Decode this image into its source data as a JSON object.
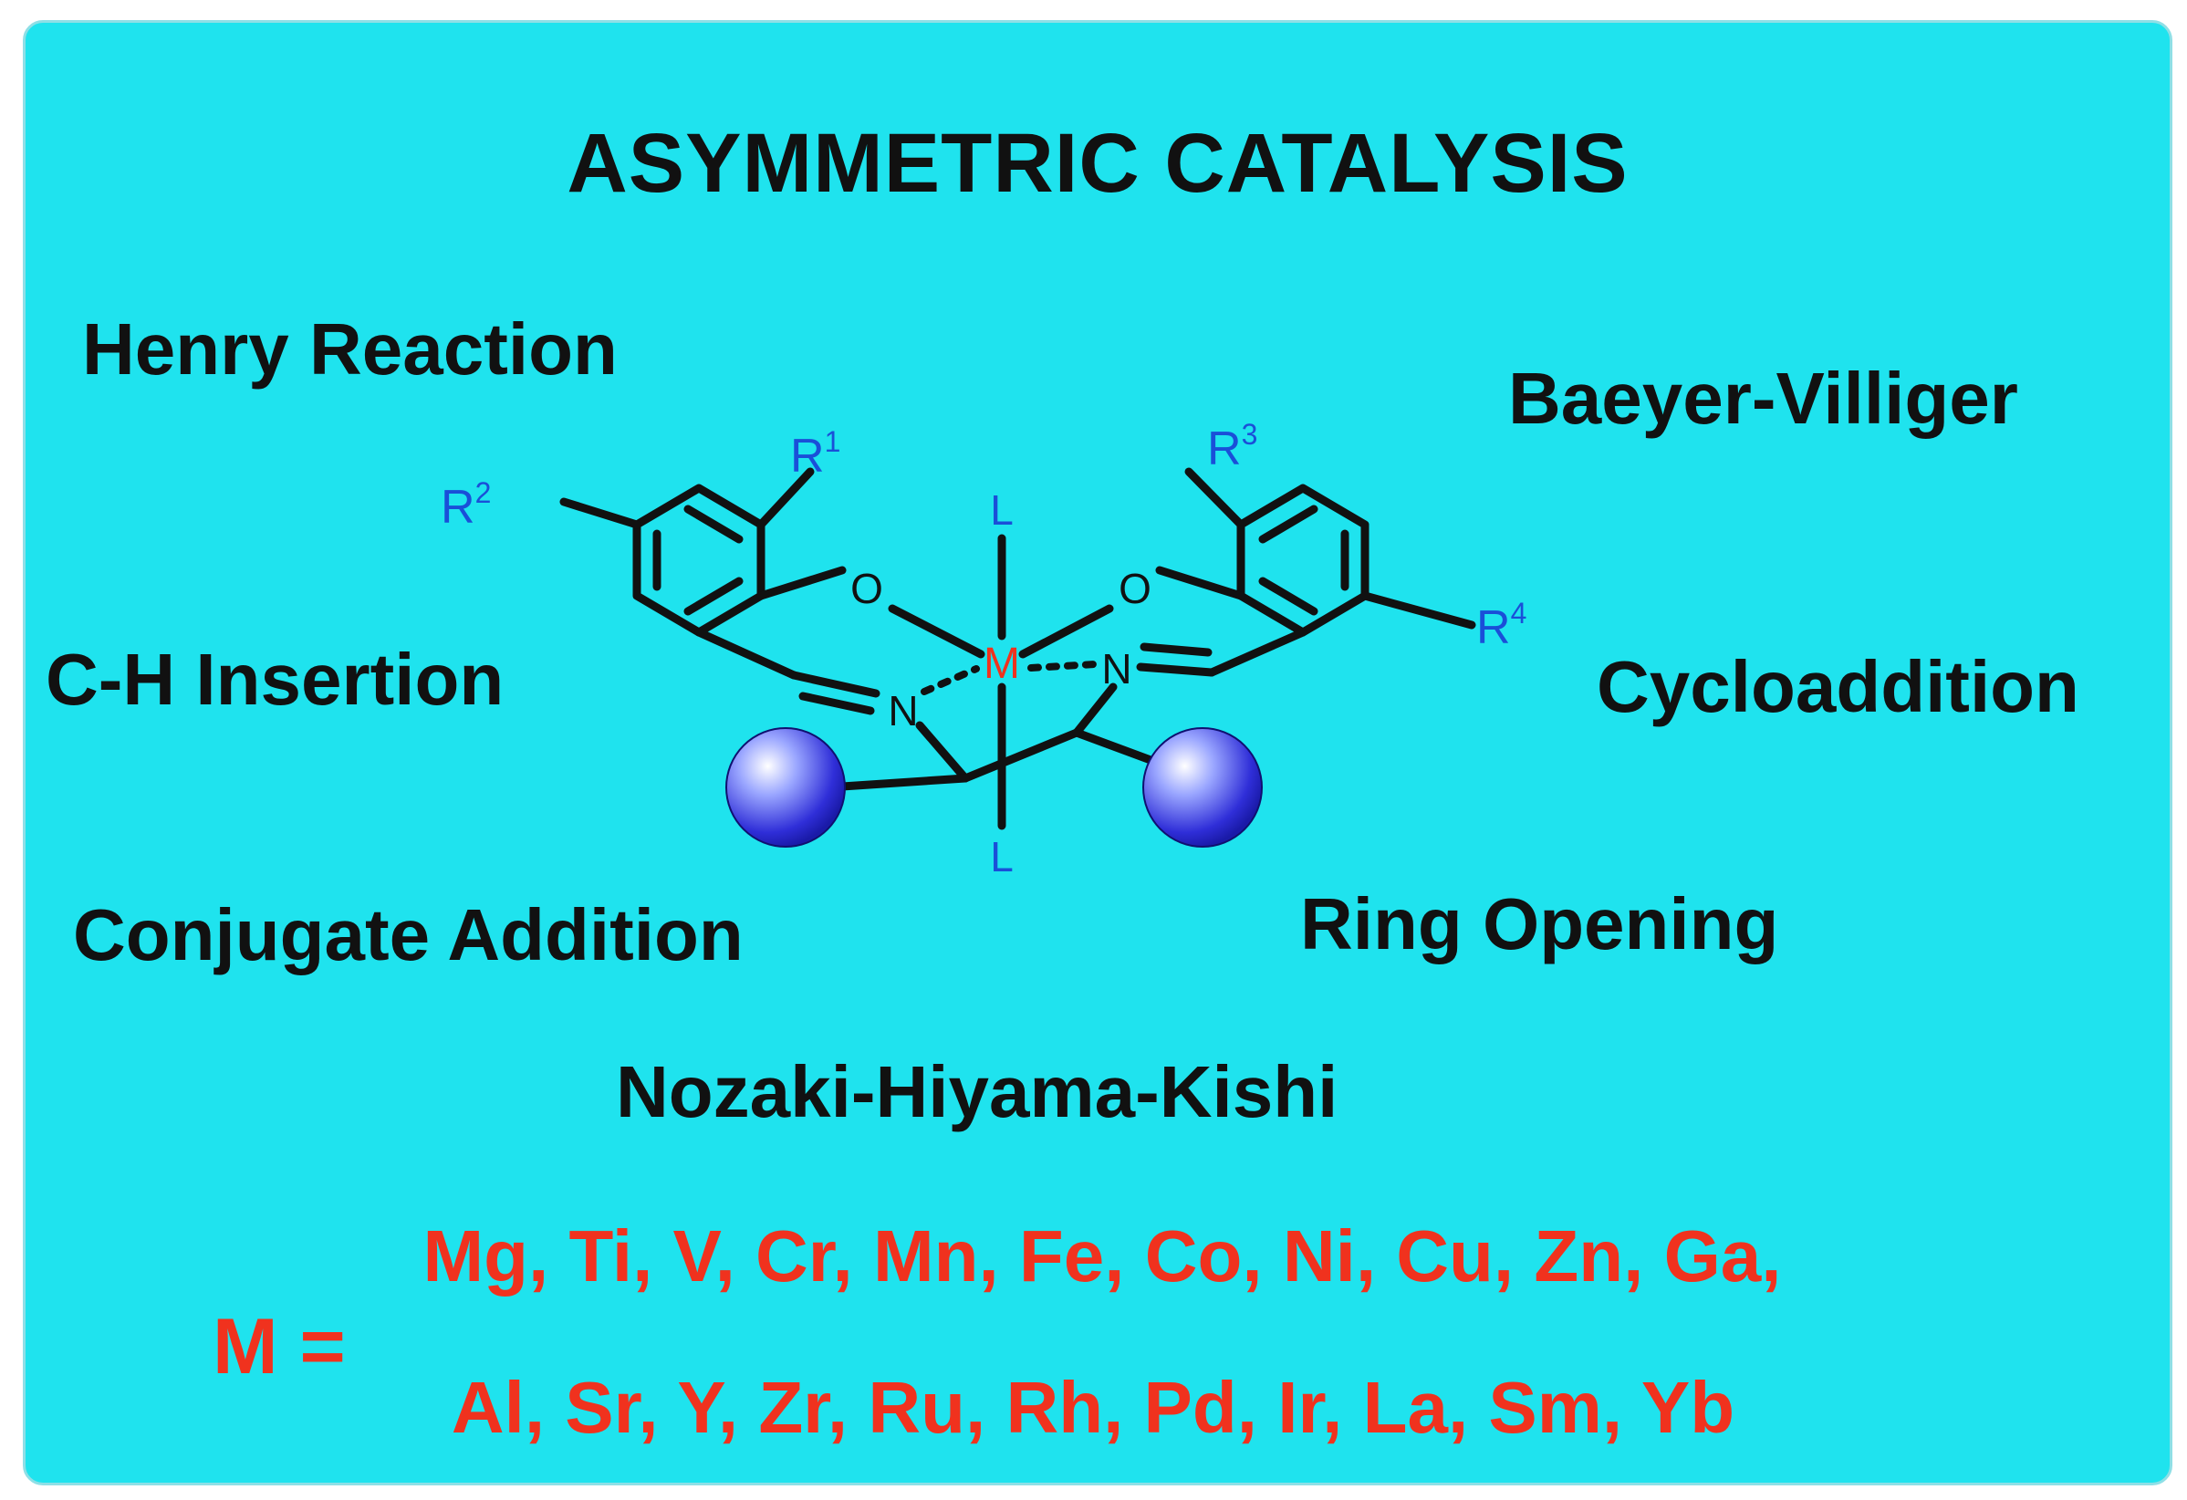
{
  "title": "ASYMMETRIC CATALYSIS",
  "reactions": {
    "henry": "Henry Reaction",
    "baeyer": "Baeyer-Villiger",
    "ch_insertion": "C-H Insertion",
    "cycloaddition": "Cycloaddition",
    "conjugate": "Conjugate Addition",
    "ring_opening": "Ring Opening",
    "nhk": "Nozaki-Hiyama-Kishi"
  },
  "structure": {
    "metal": "M",
    "ligand_top": "L",
    "ligand_bottom": "L",
    "oxygen_left": "O",
    "oxygen_right": "O",
    "nitrogen_left": "N",
    "nitrogen_right": "N",
    "r1": "R",
    "r1_sup": "1",
    "r2": "R",
    "r2_sup": "2",
    "r3": "R",
    "r3_sup": "3",
    "r4": "R",
    "r4_sup": "4"
  },
  "metals": {
    "label": "M =",
    "line1": "Mg, Ti, V, Cr, Mn, Fe, Co, Ni, Cu, Zn, Ga,",
    "line2": "Al, Sr, Y, Zr, Ru, Rh, Pd, Ir, La, Sm, Yb"
  },
  "colors": {
    "background": "#1fe3ee",
    "metal_red": "#f0321e",
    "substituent_blue": "#1a4fd8",
    "text": "#111111"
  }
}
